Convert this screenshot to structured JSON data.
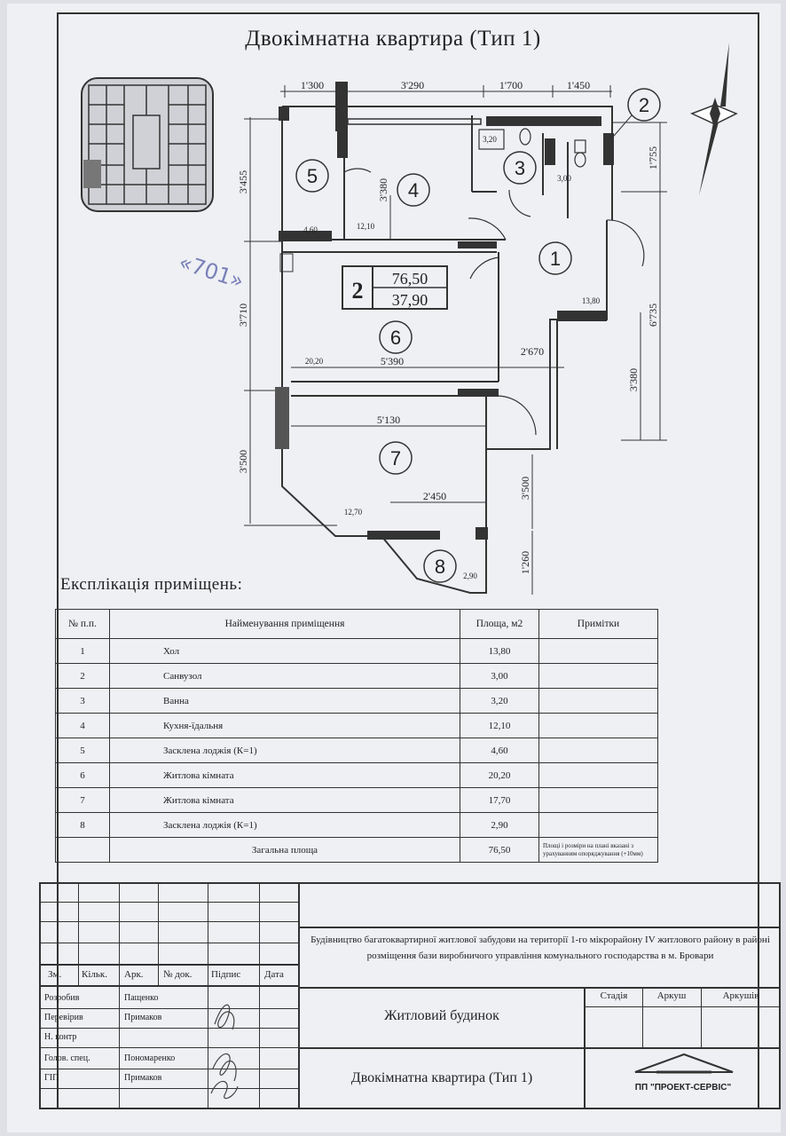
{
  "title": "Двокімнатна квартира (Тип 1)",
  "apartment": {
    "rooms": "2",
    "total_area": "76,50",
    "living_area": "37,90"
  },
  "dimensions": {
    "top": [
      "1'300",
      "3'290",
      "1'700",
      "1'450"
    ],
    "left": [
      "3'455",
      "3'710",
      "3'500"
    ],
    "right": [
      "1'755",
      "6'735",
      "3'380"
    ],
    "inner": [
      "3'380",
      "5'390",
      "2'670",
      "5'130",
      "2'450",
      "3'500",
      "1'260"
    ]
  },
  "room_labels": [
    "1",
    "2",
    "3",
    "4",
    "5",
    "6",
    "7",
    "8"
  ],
  "room_areas_on_plan": {
    "hall": "13,80",
    "bath": "3,20",
    "wc": "3,00",
    "kitchen": "12,10",
    "loggia5": "4,60",
    "room6": "20,20",
    "room7": "12,70",
    "loggia8": "2,90"
  },
  "handwritten_note": "«701»",
  "explication": {
    "title": "Експлікація приміщень:",
    "headers": [
      "№ п.п.",
      "Найменування приміщення",
      "Площа, м2",
      "Примітки"
    ],
    "rows": [
      [
        "1",
        "Хол",
        "13,80",
        ""
      ],
      [
        "2",
        "Санвузол",
        "3,00",
        ""
      ],
      [
        "3",
        "Ванна",
        "3,20",
        ""
      ],
      [
        "4",
        "Кухня-їдальня",
        "12,10",
        ""
      ],
      [
        "5",
        "Засклена лоджія (К=1)",
        "4,60",
        ""
      ],
      [
        "6",
        "Житлова кімната",
        "20,20",
        ""
      ],
      [
        "7",
        "Житлова кімната",
        "17,70",
        ""
      ],
      [
        "8",
        "Засклена лоджія (К=1)",
        "2,90",
        ""
      ]
    ],
    "total_label": "Загальна площа",
    "total_value": "76,50",
    "total_note": "Площі і розміри на плані вказані з урахуванням опоряджування (+10мм)"
  },
  "stamp": {
    "col_headers": [
      "Зм.",
      "Кільк.",
      "Арк.",
      "№ док.",
      "Підпис",
      "Дата"
    ],
    "roles": [
      [
        "Розробив",
        "Пащенко"
      ],
      [
        "Перевірив",
        "Примаков"
      ],
      [
        "Н. контр",
        ""
      ],
      [
        "Голов. спец.",
        "Пономаренко"
      ],
      [
        "ГІП",
        "Примаков"
      ]
    ],
    "project_title": "Будівництво багатоквартирної житлової забудови на території 1-го мікрорайону IV житлового району в районі розміщення бази виробничого управління комунального господарства в м. Бровари",
    "building": "Житловий будинок",
    "sheet_title": "Двокімнатна квартира (Тип 1)",
    "stage_headers": [
      "Стадія",
      "Аркуш",
      "Аркушів"
    ],
    "company": "ПП \"ПРОЕКТ-СЕРВІС\""
  }
}
